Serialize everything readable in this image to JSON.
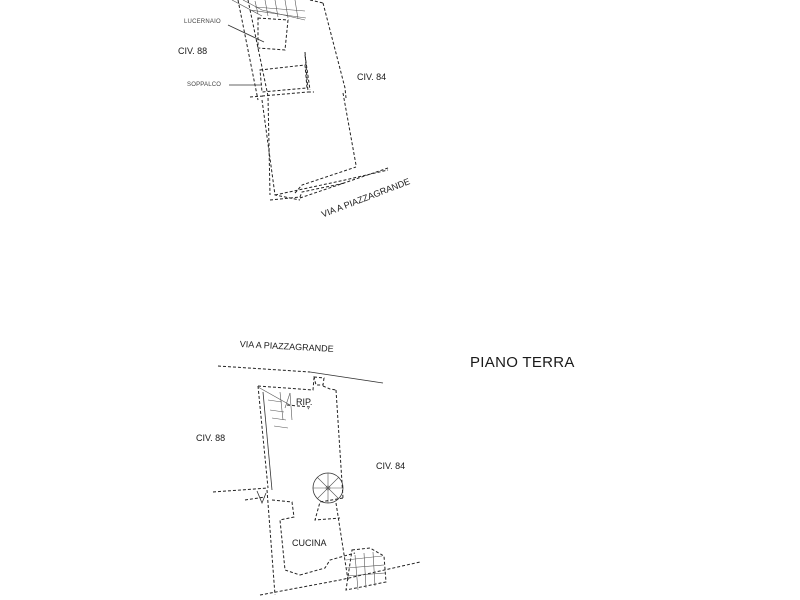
{
  "document": {
    "type": "architectural floor plan",
    "background": "#ffffff",
    "line_color": "#222222"
  },
  "upper_plan": {
    "labels": {
      "skylight": "LUCERNAIO",
      "mezzanine": "SOPPALCO",
      "neighbor_left": "CIV. 88",
      "neighbor_right": "CIV. 84",
      "street": "VIA A PIAZZAGRANDE"
    }
  },
  "ground_plan": {
    "title": "PIANO TERRA",
    "labels": {
      "street": "VIA A PIAZZAGRANDE",
      "storage": "RIP.",
      "neighbor_left": "CIV. 88",
      "neighbor_right": "CIV. 84",
      "kitchen": "CUCINA"
    }
  }
}
